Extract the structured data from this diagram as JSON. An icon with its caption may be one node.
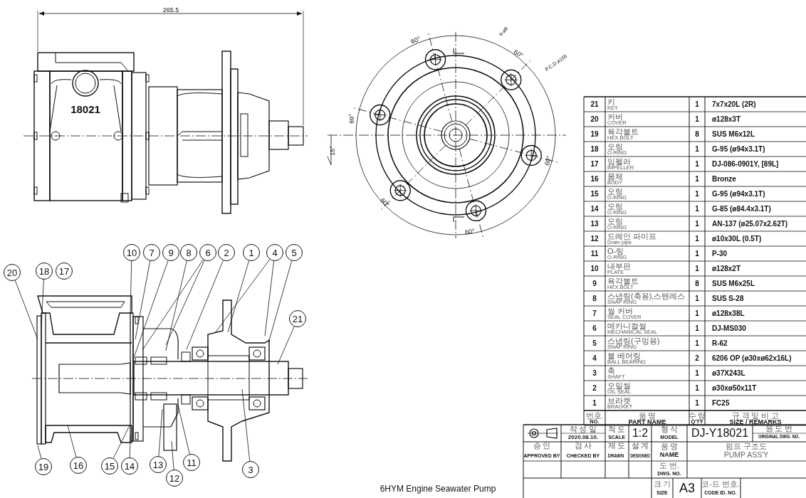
{
  "diagram": {
    "caption": "6HYM Engine Seawater Pump",
    "nodes": [
      {
        "text": [
          "10"
        ]
      },
      {
        "text": [
          "7"
        ]
      },
      {
        "text": [
          "9"
        ]
      },
      {
        "text": [
          "8"
        ]
      },
      {
        "text": [
          "6"
        ]
      },
      {
        "text": [
          "2"
        ]
      },
      {
        "text": [
          "1"
        ]
      },
      {
        "text": [
          "4"
        ]
      },
      {
        "text": [
          "5"
        ]
      },
      {
        "text": [
          "20"
        ]
      },
      {
        "text": [
          "18"
        ]
      },
      {
        "text": [
          "17"
        ]
      },
      {
        "text": [
          "21"
        ]
      },
      {
        "text": [
          "19"
        ]
      },
      {
        "text": [
          "16"
        ]
      },
      {
        "text": [
          "15"
        ]
      },
      {
        "text": [
          "14"
        ]
      },
      {
        "text": [
          "13"
        ]
      },
      {
        "text": [
          "11"
        ]
      },
      {
        "text": [
          "3"
        ]
      },
      {
        "text": [
          "12"
        ]
      }
    ],
    "edges": [
      {
        "from": 0,
        "to": null,
        "arrow": "none"
      },
      {
        "from": 1,
        "to": null,
        "arrow": "none"
      },
      {
        "from": 2,
        "to": null,
        "arrow": "none"
      },
      {
        "from": 3,
        "to": null,
        "arrow": "none"
      },
      {
        "from": 4,
        "to": null,
        "arrow": "none"
      },
      {
        "from": 4,
        "to": null,
        "arrow": "none"
      },
      {
        "from": 5,
        "to": null,
        "arrow": "none"
      },
      {
        "from": 6,
        "to": null,
        "arrow": "none"
      },
      {
        "from": 7,
        "to": null,
        "arrow": "none"
      },
      {
        "from": 7,
        "to": null,
        "arrow": "none"
      },
      {
        "from": 8,
        "to": null,
        "arrow": "none"
      },
      {
        "from": 9,
        "to": null,
        "arrow": "none"
      },
      {
        "from": 10,
        "to": null,
        "arrow": "none"
      },
      {
        "from": 12,
        "to": null,
        "arrow": "none"
      },
      {
        "from": 13,
        "to": null,
        "arrow": "none"
      },
      {
        "from": 14,
        "to": null,
        "arrow": "none"
      },
      {
        "from": 15,
        "to": null,
        "arrow": "none"
      },
      {
        "from": 16,
        "to": null,
        "arrow": "none"
      },
      {
        "from": 17,
        "to": null,
        "arrow": "none"
      },
      {
        "from": 18,
        "to": null,
        "arrow": "none"
      },
      {
        "from": 19,
        "to": null,
        "arrow": "none"
      },
      {
        "from": 20,
        "to": null,
        "arrow": "none"
      }
    ],
    "labels": [
      "265.5",
      "18021",
      "60°",
      "6-ø8",
      "60°",
      "P.C.D.ø155",
      "60°",
      "15°",
      "60°",
      "60°",
      "60°",
      "21",
      "키",
      "KEY",
      "1",
      "7x7x20L (2R)",
      "20",
      "커버",
      "COVER",
      "1",
      "ø128x3T",
      "19",
      "육각볼트",
      "HEX.BOLT",
      "8",
      "SUS M6x12L",
      "18",
      "오링",
      "O-RING",
      "1",
      "G-95 (ø94x3.1T)",
      "17",
      "임펠러",
      "IMPELLER",
      "1",
      "DJ-086-0901Y, [89L]",
      "16",
      "몸체",
      "BODY",
      "1",
      "Bronze",
      "15",
      "오링",
      "O-RING",
      "1",
      "G-95 (ø94x3.1T)",
      "14",
      "오링",
      "O-RING",
      "1",
      "G-85 (ø84.4x3.1T)",
      "13",
      "오링",
      "O-RING",
      "1",
      "AN-137 (ø25.07x2.62T)",
      "12",
      "드레인 파이프",
      "Drain pipe",
      "1",
      "ø10x30L (0.5T)",
      "11",
      "O-링",
      "O-RING",
      "1",
      "P-30",
      "10",
      "내부판",
      "PLATE",
      "1",
      "ø128x2T",
      "9",
      "육각볼트",
      "HEX.BOLT",
      "8",
      "SUS M6x25L",
      "8",
      "스냅링(축용),스텐레스",
      "SNAP RING",
      "1",
      "SUS S-28",
      "7",
      "씰 커버",
      "SEAL COVER",
      "1",
      "ø128x38L",
      "6",
      "메카니컬씰",
      "MECHANICAL SEAL",
      "1",
      "DJ-MS030",
      "5",
      "스냅링(구멍용)",
      "SNAP RING",
      "1",
      "R-62",
      "4",
      "볼 베어링",
      "BALL BEARING",
      "2",
      "6206 OP (ø30xø62x16L)",
      "3",
      "축",
      "SHAFT",
      "1",
      "ø37X243L",
      "2",
      "오일씰",
      "OIL SEAL",
      "1",
      "ø30xø50x11T",
      "1",
      "브라켓",
      "BRACKET",
      "1",
      "FC25",
      "번호.",
      "NO.",
      "품 명",
      "PART NAME",
      "수 량",
      "Q'TY",
      "규 격 및 비 고",
      "SIZE / REMARKS",
      "작 성 일",
      "2020.08.10.",
      "척 도",
      "SCALE",
      "1:2",
      "형 식",
      "MODEL",
      "DJ-Y18021",
      "원 도 번",
      "ORIGINAL DWG. NO.",
      "승 인",
      "APPROVED BY",
      "검 사",
      "CHECKED BY",
      "제 도",
      "DRAWN",
      "설 계",
      "DESIGNED",
      "품 명",
      "NAME",
      "펌프 구조도",
      "PUMP ASS'Y",
      "도 번.",
      "DWG. NO.",
      "크 기",
      "SIZE",
      "A3",
      "코-드 번호.",
      "CODE ID. NO."
    ]
  }
}
